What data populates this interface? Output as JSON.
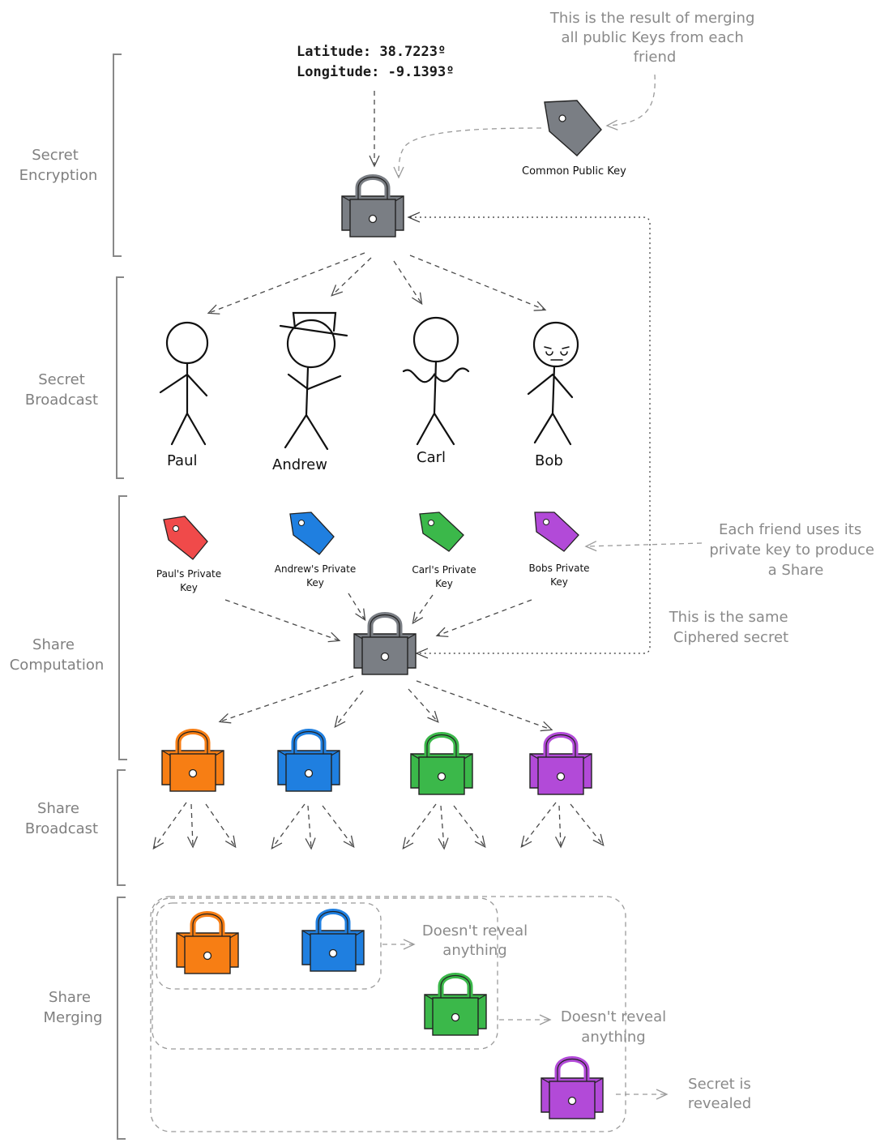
{
  "phases": [
    "Secret\nEncryption",
    "Secret\nBroadcast",
    "Share\nComputation",
    "Share\nBroadcast",
    "Share\nMerging"
  ],
  "coordinates": [
    "Latitude: 38.7223º",
    "Longitude: -9.1393º"
  ],
  "notes": {
    "merge_note": [
      "This is the result of merging",
      "all public Keys from each",
      "friend"
    ],
    "common_key": "Common Public Key",
    "share_note": [
      "Each friend uses its",
      "private key to produce",
      "a Share"
    ],
    "same_note": [
      "This is the same",
      "Ciphered secret"
    ],
    "reveal1": [
      "Doesn't reveal",
      "anything"
    ],
    "reveal2": [
      "Doesn't reveal",
      "anything"
    ],
    "revealed": [
      "Secret is",
      "revealed"
    ]
  },
  "friends": [
    {
      "name": "Paul",
      "key_label": [
        "Paul's Private",
        "Key"
      ],
      "color": "#f04a4a"
    },
    {
      "name": "Andrew",
      "key_label": [
        "Andrew's Private",
        "Key"
      ],
      "color": "#1f7fe0"
    },
    {
      "name": "Carl",
      "key_label": [
        "Carl's Private",
        "Key"
      ],
      "color": "#3bb84a"
    },
    {
      "name": "Bob",
      "key_label": [
        "Bobs Private",
        "Key"
      ],
      "color": "#b24ad8"
    }
  ],
  "colors": {
    "gray_lock": "#7a7e84",
    "orange": "#f77e14",
    "blue": "#1f7fe0",
    "green": "#3bb84a",
    "purple": "#b24ad8"
  }
}
